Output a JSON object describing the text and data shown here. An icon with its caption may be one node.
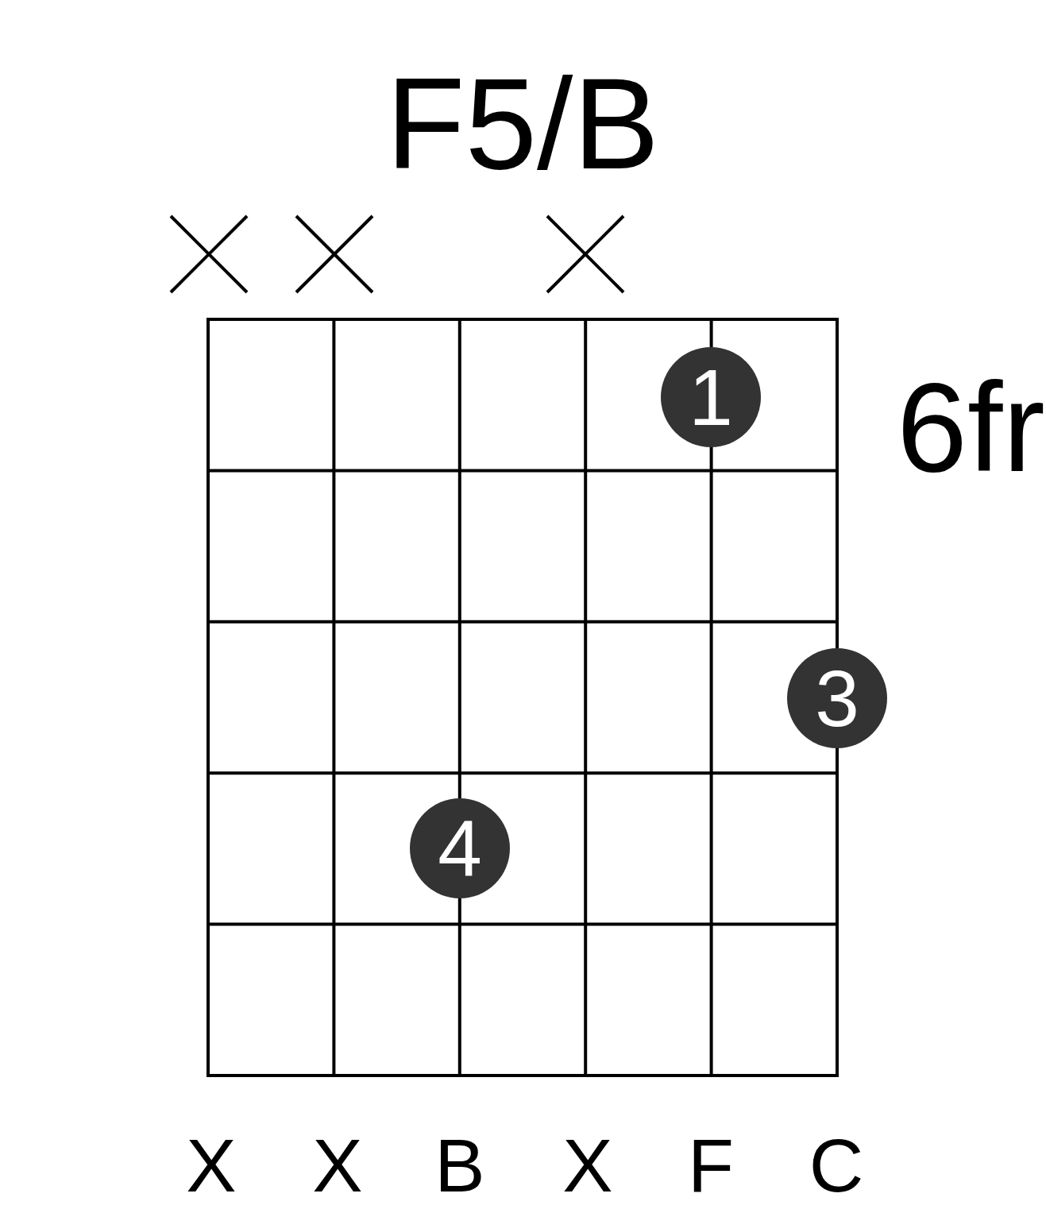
{
  "diagram": {
    "title": "F5/B",
    "nodes": [
      {
        "text": [
          "1"
        ]
      },
      {
        "text": [
          "3"
        ]
      },
      {
        "text": [
          "4"
        ]
      }
    ],
    "edges": [],
    "labels": [
      "6fr",
      "X",
      "X",
      "B",
      "X",
      "F",
      "C"
    ]
  }
}
